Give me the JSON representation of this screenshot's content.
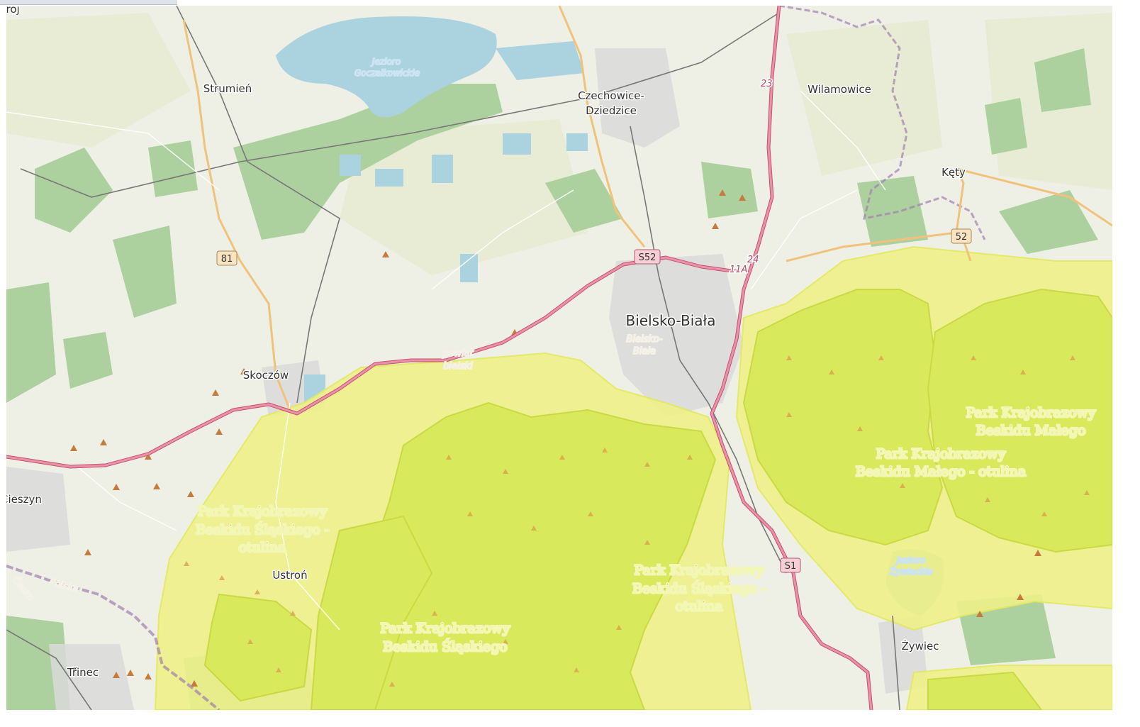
{
  "map": {
    "places": [
      {
        "id": "strumien",
        "name": "Strumień"
      },
      {
        "id": "czechowice1",
        "name": "Czechowice-"
      },
      {
        "id": "czechowice2",
        "name": "Dziedzice"
      },
      {
        "id": "wilamowice",
        "name": "Wilamowice"
      },
      {
        "id": "kety",
        "name": "Kęty"
      },
      {
        "id": "bielsko",
        "name": "Bielsko-Biała"
      },
      {
        "id": "skoczow",
        "name": "Skoczów"
      },
      {
        "id": "cieszyn",
        "name": "Cieszyn"
      },
      {
        "id": "ustron",
        "name": "Ustroń"
      },
      {
        "id": "trinec",
        "name": "Třinec"
      },
      {
        "id": "zywiec",
        "name": "Żywiec"
      },
      {
        "id": "edge_top",
        "name": "uroj"
      }
    ],
    "water_labels": [
      {
        "id": "goczalkowice1",
        "name": "Jezioro"
      },
      {
        "id": "goczalkowice2",
        "name": "Goczałkowickie"
      },
      {
        "id": "zywieckie1",
        "name": "Jezioro"
      },
      {
        "id": "zywieckie2",
        "name": "Żywieckie"
      }
    ],
    "admin_labels": [
      {
        "id": "powiat1",
        "name": "powiat"
      },
      {
        "id": "powiat2",
        "name": "bielski"
      },
      {
        "id": "bb1",
        "name": "Bielsko-"
      },
      {
        "id": "bb2",
        "name": "Biała"
      },
      {
        "id": "polska",
        "name": "Polska"
      },
      {
        "id": "cesko",
        "name": "Česko"
      }
    ],
    "park_labels": [
      {
        "id": "pkbs_otulina_w",
        "lines": [
          "Park Krajobrazowy",
          "Beskidu Śląskiego -",
          "otulina"
        ]
      },
      {
        "id": "pkbs_otulina_c",
        "lines": [
          "Park Krajobrazowy",
          "Beskidu Śląskiego -",
          "otulina"
        ]
      },
      {
        "id": "pkbs",
        "lines": [
          "Park Krajobrazowy",
          "Beskidu Śląskiego"
        ]
      },
      {
        "id": "pkbm",
        "lines": [
          "Park Krajobrazowy",
          "Beskidu Małego"
        ]
      },
      {
        "id": "pkbm_otulina",
        "lines": [
          "Park Krajobrazowy",
          "Beskidu Małego - otulina"
        ]
      }
    ],
    "road_shields": [
      {
        "id": "s52",
        "ref": "S52"
      },
      {
        "id": "r81",
        "ref": "81"
      },
      {
        "id": "r52",
        "ref": "52"
      },
      {
        "id": "s1",
        "ref": "S1"
      }
    ],
    "road_refs": [
      {
        "id": "r23",
        "ref": "23"
      },
      {
        "id": "r24",
        "ref": "24"
      },
      {
        "id": "r11a",
        "ref": "11A"
      }
    ],
    "colors": {
      "land": "#eef0e6",
      "forest": "#add19e",
      "water": "#aad3df",
      "park_inner": "#d8e95a",
      "park_buffer": "#eef08a",
      "motorway": "#e0708e",
      "primary": "#f0c27a",
      "rail": "#777777",
      "urban": "#d9d9d9",
      "peak": "#c77b3a",
      "border": "#a07fae"
    }
  }
}
